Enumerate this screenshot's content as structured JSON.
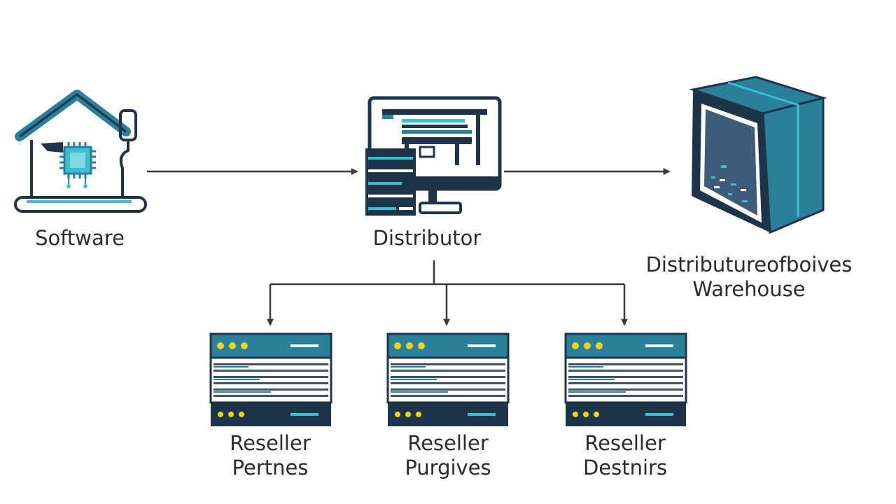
{
  "colors": {
    "navy": "#1e3448",
    "teal": "#2a7f9a",
    "cyan": "#3bbfd0",
    "yellow": "#f1d21a",
    "line": "#3a3a3a",
    "text": "#2b2b2b"
  },
  "nodes": {
    "software": {
      "label": "Software",
      "icon": "house-chip-icon"
    },
    "distributor": {
      "label": "Distributor",
      "icon": "monitor-server-icon"
    },
    "warehouse": {
      "label_line1": "Distributureofboives",
      "label_line2": "Warehouse",
      "icon": "cube-box-icon"
    },
    "resellers": [
      {
        "label_line1": "Reseller",
        "label_line2": "Pertnes",
        "icon": "browser-window-icon"
      },
      {
        "label_line1": "Reseller",
        "label_line2": "Purgives",
        "icon": "browser-window-icon"
      },
      {
        "label_line1": "Reseller",
        "label_line2": "Destnirs",
        "icon": "browser-window-icon"
      }
    ]
  }
}
